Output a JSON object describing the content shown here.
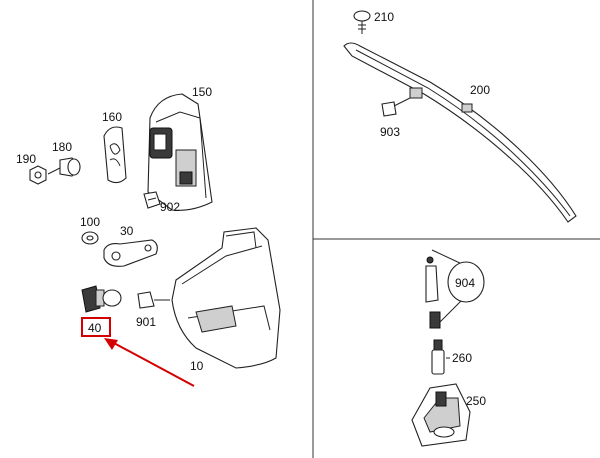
{
  "labels": {
    "p10": "10",
    "p30": "30",
    "p40": "40",
    "p100": "100",
    "p150": "150",
    "p160": "160",
    "p180": "180",
    "p190": "190",
    "p200": "200",
    "p210": "210",
    "p250": "250",
    "p260": "260",
    "p901": "901",
    "p902": "902",
    "p903": "903",
    "p904": "904"
  },
  "colors": {
    "highlight": "#d40000",
    "line": "#222222"
  }
}
